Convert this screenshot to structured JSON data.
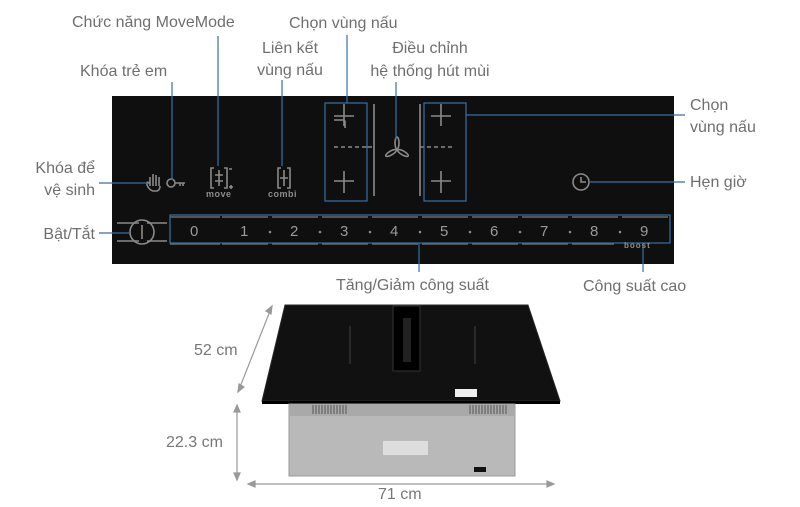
{
  "labels": {
    "movemode": "Chức năng MoveMode",
    "child_lock": "Khóa trẻ em",
    "link_zones_1": "Liên kết",
    "link_zones_2": "vùng nấu",
    "select_zone_top": "Chọn vùng nấu",
    "hood_adjust_1": "Điều chỉnh",
    "hood_adjust_2": "hệ thống hút mùi",
    "select_zone_right_1": "Chọn",
    "select_zone_right_2": "vùng nấu",
    "clean_lock_1": "Khóa để",
    "clean_lock_2": "vệ sinh",
    "timer": "Hẹn giờ",
    "power": "Bật/Tắt",
    "power_level": "Tăng/Giảm công suất",
    "boost_label": "Công suất cao"
  },
  "panel": {
    "move_text": "move",
    "combi_text": "combi",
    "boost_text": "boost",
    "levels": [
      "0",
      "1",
      "2",
      "3",
      "4",
      "5",
      "6",
      "7",
      "8",
      "9"
    ]
  },
  "dimensions": {
    "depth": "52 cm",
    "height": "22.3 cm",
    "width": "71 cm"
  },
  "colors": {
    "callout": "#3a6ea5",
    "panel_bg": "#0f0f0f",
    "label": "#6f6f6f"
  }
}
